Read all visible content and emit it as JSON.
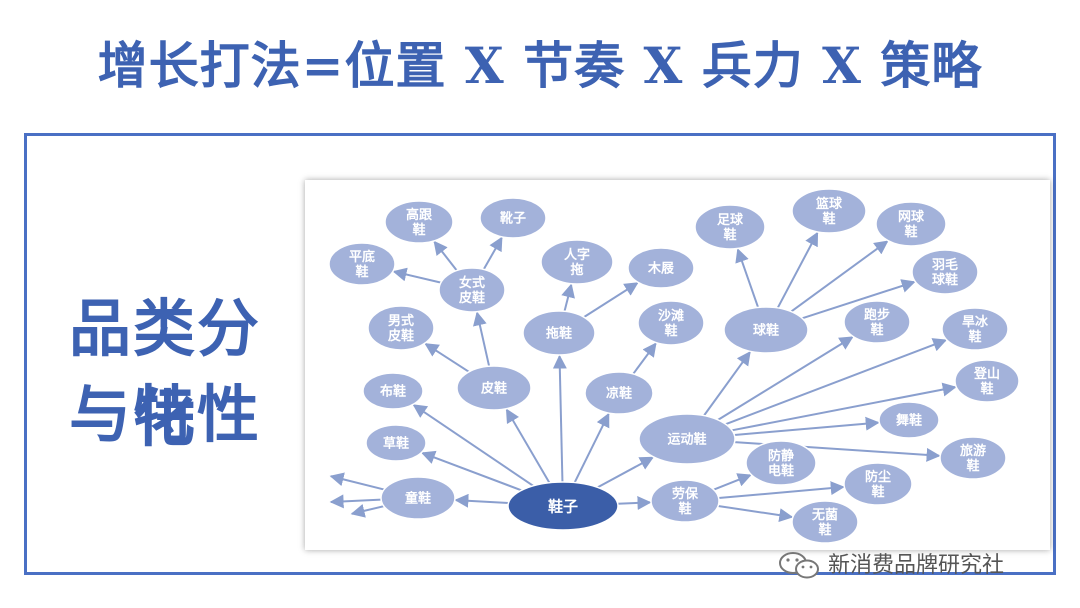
{
  "title": "增长打法=位置 X 节奏 X 兵力 X 策略",
  "side_title": {
    "line1": "品类分化",
    "line2": "与特性"
  },
  "watermark": "新消费品牌研究社",
  "colors": {
    "accent": "#3d62b2",
    "node_fill": "#a3b2da",
    "node_center": "#3b5ea8",
    "edge": "#8a9fce",
    "node_text": "#ffffff"
  },
  "diagram": {
    "nodes": [
      {
        "id": "xiezi",
        "lines": [
          "鞋子"
        ],
        "center": true
      },
      {
        "id": "tongxie",
        "lines": [
          "童鞋"
        ]
      },
      {
        "id": "caoxie",
        "lines": [
          "草鞋"
        ]
      },
      {
        "id": "buxie",
        "lines": [
          "布鞋"
        ]
      },
      {
        "id": "pixie",
        "lines": [
          "皮鞋"
        ]
      },
      {
        "id": "nanshipixie",
        "lines": [
          "男式",
          "皮鞋"
        ]
      },
      {
        "id": "nvshipixie",
        "lines": [
          "女式",
          "皮鞋"
        ]
      },
      {
        "id": "pingdixie",
        "lines": [
          "平底",
          "鞋"
        ]
      },
      {
        "id": "gaogenxie",
        "lines": [
          "高跟",
          "鞋"
        ]
      },
      {
        "id": "xuezi",
        "lines": [
          "靴子"
        ]
      },
      {
        "id": "tuoxie",
        "lines": [
          "拖鞋"
        ]
      },
      {
        "id": "renzituo",
        "lines": [
          "人字",
          "拖"
        ]
      },
      {
        "id": "muji",
        "lines": [
          "木屐"
        ]
      },
      {
        "id": "liangxie",
        "lines": [
          "凉鞋"
        ]
      },
      {
        "id": "shatanxie",
        "lines": [
          "沙滩",
          "鞋"
        ]
      },
      {
        "id": "yundongxie",
        "lines": [
          "运动鞋"
        ]
      },
      {
        "id": "qiuxie",
        "lines": [
          "球鞋"
        ]
      },
      {
        "id": "zuqiuxie",
        "lines": [
          "足球",
          "鞋"
        ]
      },
      {
        "id": "lanqiuxie",
        "lines": [
          "篮球",
          "鞋"
        ]
      },
      {
        "id": "wangqiuxie",
        "lines": [
          "网球",
          "鞋"
        ]
      },
      {
        "id": "yumaoqiuxie",
        "lines": [
          "羽毛",
          "球鞋"
        ]
      },
      {
        "id": "paobuxie",
        "lines": [
          "跑步",
          "鞋"
        ]
      },
      {
        "id": "hanbingxie",
        "lines": [
          "旱冰",
          "鞋"
        ]
      },
      {
        "id": "dengshanxie",
        "lines": [
          "登山",
          "鞋"
        ]
      },
      {
        "id": "wuxie",
        "lines": [
          "舞鞋"
        ]
      },
      {
        "id": "lvyouxie",
        "lines": [
          "旅游",
          "鞋"
        ]
      },
      {
        "id": "laobaoxie",
        "lines": [
          "劳保",
          "鞋"
        ]
      },
      {
        "id": "fangjingdianxie",
        "lines": [
          "防静",
          "电鞋"
        ]
      },
      {
        "id": "fangchenxie",
        "lines": [
          "防尘",
          "鞋"
        ]
      },
      {
        "id": "wujunxie",
        "lines": [
          "无菌",
          "鞋"
        ]
      }
    ],
    "edges": [
      [
        "xiezi",
        "tongxie"
      ],
      [
        "xiezi",
        "caoxie"
      ],
      [
        "xiezi",
        "buxie"
      ],
      [
        "xiezi",
        "pixie"
      ],
      [
        "xiezi",
        "tuoxie"
      ],
      [
        "xiezi",
        "liangxie"
      ],
      [
        "xiezi",
        "yundongxie"
      ],
      [
        "xiezi",
        "laobaoxie"
      ],
      [
        "pixie",
        "nanshipixie"
      ],
      [
        "pixie",
        "nvshipixie"
      ],
      [
        "nvshipixie",
        "pingdixie"
      ],
      [
        "nvshipixie",
        "gaogenxie"
      ],
      [
        "nvshipixie",
        "xuezi"
      ],
      [
        "tuoxie",
        "renzituo"
      ],
      [
        "tuoxie",
        "muji"
      ],
      [
        "liangxie",
        "shatanxie"
      ],
      [
        "yundongxie",
        "qiuxie"
      ],
      [
        "yundongxie",
        "paobuxie"
      ],
      [
        "yundongxie",
        "hanbingxie"
      ],
      [
        "yundongxie",
        "dengshanxie"
      ],
      [
        "yundongxie",
        "wuxie"
      ],
      [
        "yundongxie",
        "lvyouxie"
      ],
      [
        "qiuxie",
        "zuqiuxie"
      ],
      [
        "qiuxie",
        "lanqiuxie"
      ],
      [
        "qiuxie",
        "wangqiuxie"
      ],
      [
        "qiuxie",
        "yumaoqiuxie"
      ],
      [
        "laobaoxie",
        "fangjingdianxie"
      ],
      [
        "laobaoxie",
        "fangchenxie"
      ],
      [
        "laobaoxie",
        "wujunxie"
      ],
      [
        "tongxie",
        "stub1"
      ],
      [
        "tongxie",
        "stub2"
      ],
      [
        "tongxie",
        "stub3"
      ]
    ]
  }
}
